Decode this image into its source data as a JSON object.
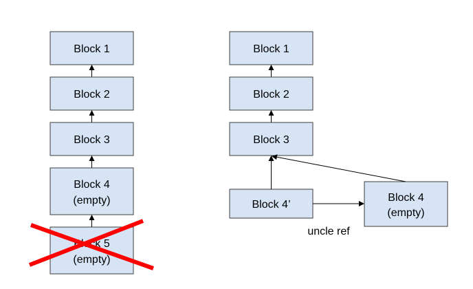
{
  "left_chain": {
    "block1": {
      "line1": "Block 1"
    },
    "block2": {
      "line1": "Block 2"
    },
    "block3": {
      "line1": "Block 3"
    },
    "block4": {
      "line1": "Block 4",
      "line2": "(empty)"
    },
    "block5": {
      "line1": "Block 5",
      "line2": "(empty)",
      "discarded": true
    }
  },
  "right_chain": {
    "block1": {
      "line1": "Block 1"
    },
    "block2": {
      "line1": "Block 2"
    },
    "block3": {
      "line1": "Block 3"
    },
    "block4_prime": {
      "line1": "Block 4’"
    },
    "uncle_block": {
      "line1": "Block 4",
      "line2": "(empty)"
    },
    "uncle_ref_label": "uncle ref"
  },
  "colors": {
    "block_fill": "#d6e4f5",
    "block_border": "#3c3c3c",
    "arrow": "#000000",
    "cross": "#ff0000"
  }
}
